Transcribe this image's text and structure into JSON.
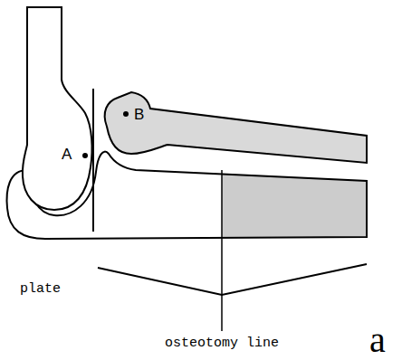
{
  "diagram": {
    "labels": [
      "A",
      "B",
      "plate",
      "osteotomy line",
      "a"
    ]
  }
}
